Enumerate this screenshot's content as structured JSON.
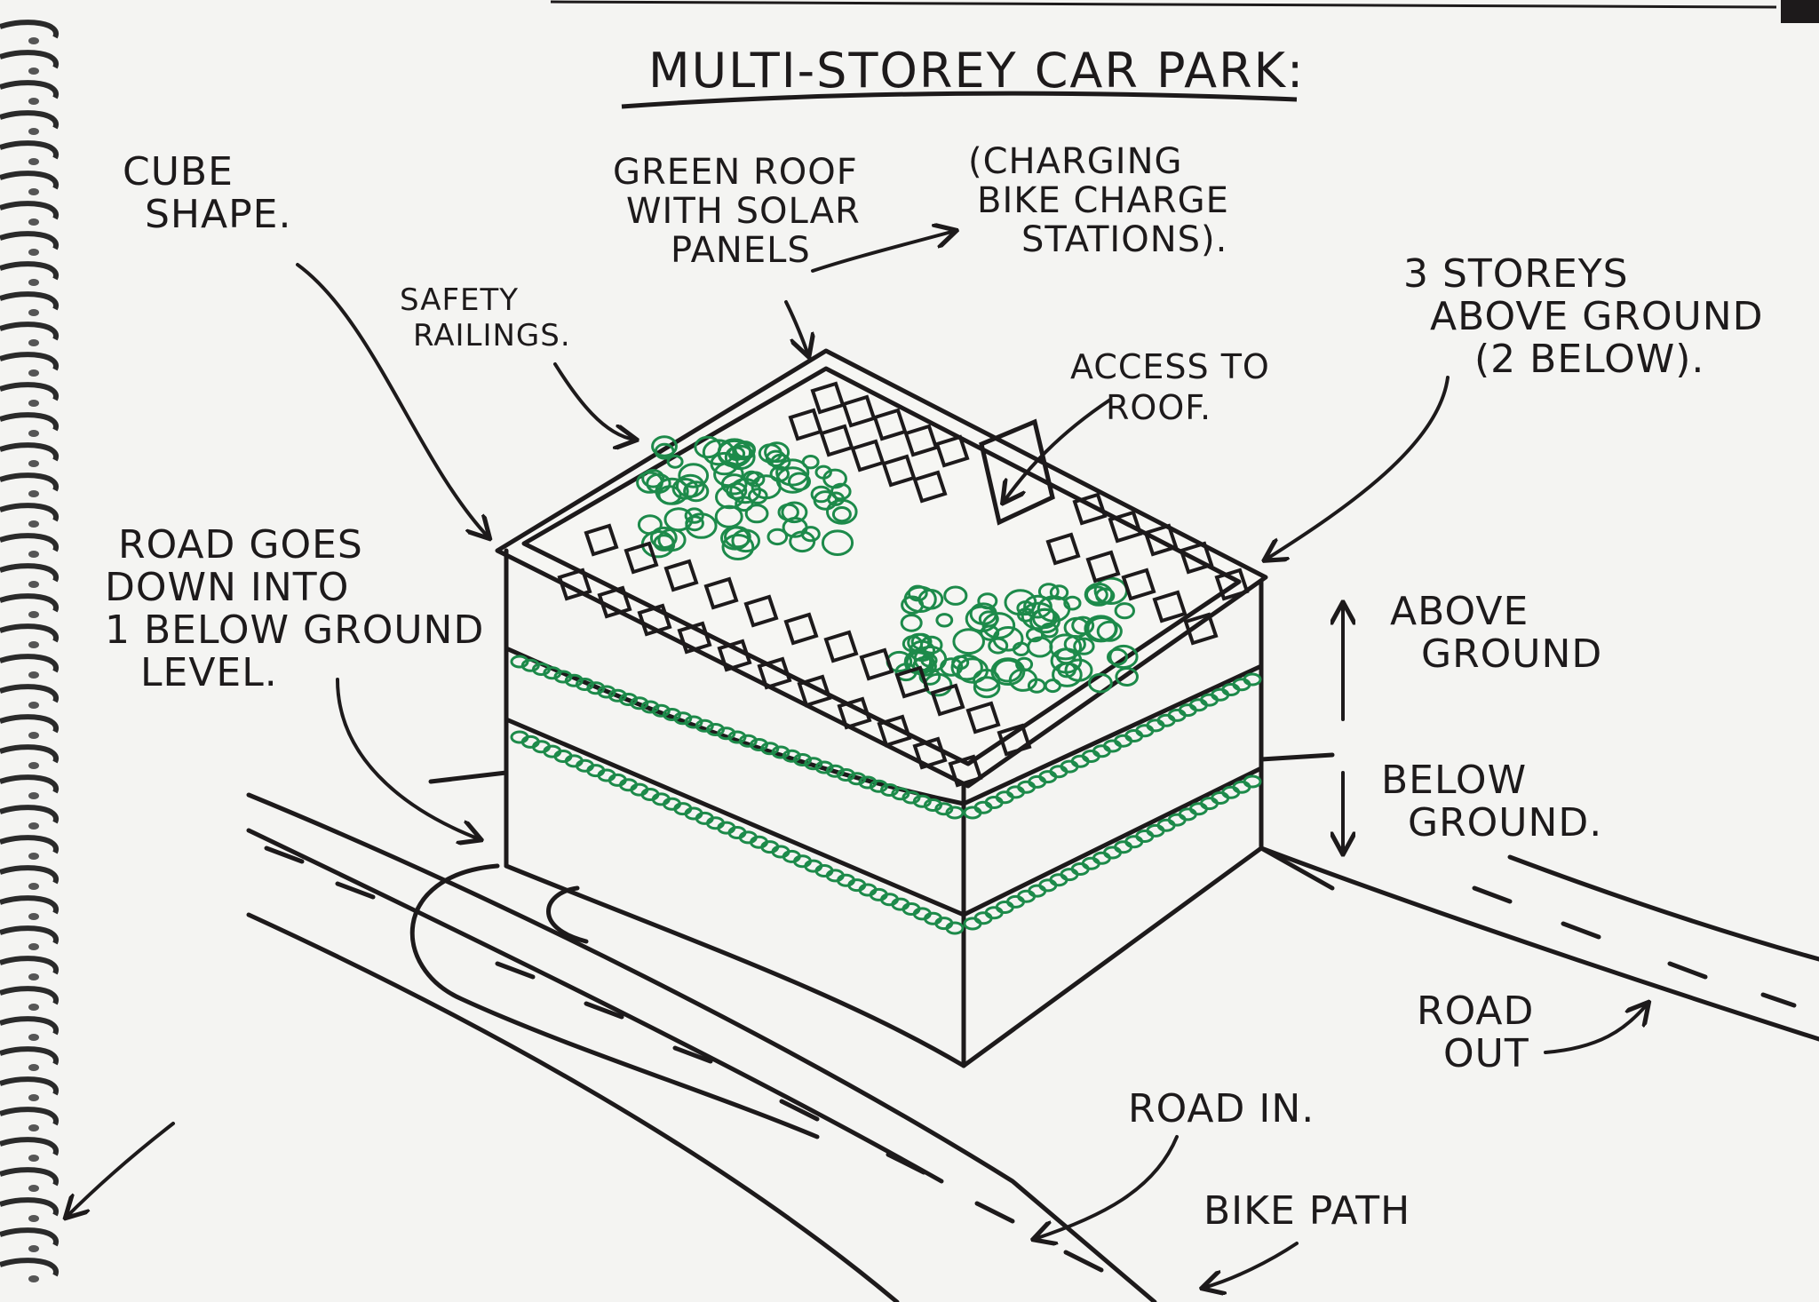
{
  "title": "MULTI-STOREY CAR PARK:",
  "annotations": {
    "cube_shape": [
      "CUBE",
      "SHAPE."
    ],
    "safety_railings": [
      "SAFETY",
      "RAILINGS."
    ],
    "green_roof": [
      "GREEN ROOF",
      "WITH SOLAR",
      "PANELS"
    ],
    "charging": [
      "(CHARGING",
      "BIKE CHARGE",
      "STATIONS)."
    ],
    "storeys": [
      "3 STOREYS",
      "ABOVE GROUND",
      "(2 BELOW)."
    ],
    "access_roof": [
      "ACCESS TO",
      "ROOF."
    ],
    "road_down": [
      "ROAD GOES",
      "DOWN INTO",
      "1 BELOW GROUND",
      "LEVEL."
    ],
    "above_ground": [
      "ABOVE",
      "GROUND"
    ],
    "below_ground": [
      "BELOW",
      "GROUND."
    ],
    "road_out": [
      "ROAD",
      "OUT"
    ],
    "road_in": "ROAD IN.",
    "bike_path": "BIKE PATH"
  },
  "colors": {
    "ink": "#1d1a1b",
    "green_ink": "#1d8a4a",
    "paper": "#f4f4f2",
    "spiral": "#2a2a2a"
  }
}
